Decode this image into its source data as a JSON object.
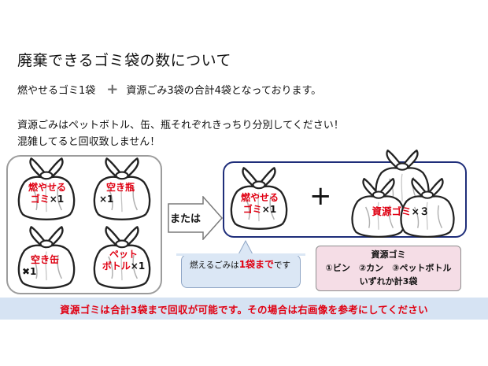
{
  "title": "廃棄できるゴミ袋の数について",
  "line1": {
    "left_text": "燃やせるゴミ1袋",
    "plus": "+",
    "right_text": "資源ごみ3袋の合計4袋となっております。"
  },
  "notes": [
    "資源ごみはペットボトル、缶、瓶それぞれきっちり分別してください！",
    "混雑してると回収致しません！"
  ],
  "left_bags": [
    {
      "line1": "燃やせる",
      "line2_red": "ゴミ",
      "line2_black": "×1"
    },
    {
      "line1": "空き瓶",
      "line2_red": "",
      "line2_black": "×1"
    },
    {
      "line1": "空き缶",
      "line2_red": "",
      "line2_black": "✖1"
    },
    {
      "line1": "ペット",
      "line2_red": "ボトル",
      "line2_black": "×1"
    }
  ],
  "arrow_label": "または",
  "right_bag_burnable": {
    "line1": "燃やせる",
    "line2_red": "ゴミ",
    "line2_black": "×1"
  },
  "right_plus": "+",
  "right_bag_resource": {
    "red": "資源ゴミ",
    "black": "×３"
  },
  "callout": {
    "pre": "燃えるごみは",
    "highlight": "1袋まで",
    "post": "です"
  },
  "resource_box": {
    "heading": "資源ゴミ",
    "items": "①ビン　②カン　③ペットボトル",
    "total": "いずれか計3袋"
  },
  "banner": "資源ゴミは合計3袋まで回収が可能です。その場合は右画像を参考にしてください",
  "colors": {
    "accent_red": "#e00012",
    "banner_bg": "#d6e3f3",
    "right_box_border": "#1f2e7a",
    "callout_bg": "#dbe7f5",
    "resource_box_bg": "#f5dde6"
  }
}
